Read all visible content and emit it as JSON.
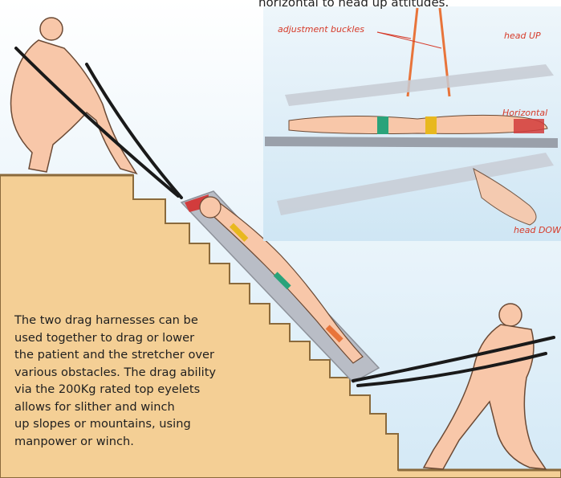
{
  "top_caption": "horizontal to head up attitudes.",
  "inset": {
    "labels": {
      "adjustment_buckles": "adjustment buckles",
      "head_up": "head UP",
      "horizontal": "Horizontal",
      "head_down": "head DOWN"
    }
  },
  "caption_lines": [
    "The two drag harnesses can be",
    "used together to drag or lower",
    "the patient and the stretcher over",
    "various obstacles. The drag ability",
    "via the 200Kg rated top eyelets",
    "allows for slither and winch",
    "up slopes or mountains, using",
    "manpower or winch."
  ],
  "colors": {
    "stairs": "#f4cf95",
    "stair_edge": "#8a6a3c",
    "skin": "#f8c7a9",
    "stretcher": "#b9bdc6",
    "straps": "#1a1a1a",
    "label_red": "#d63b2a",
    "orange_strap": "#e8743a",
    "sky_blue": "#dfeef7"
  }
}
